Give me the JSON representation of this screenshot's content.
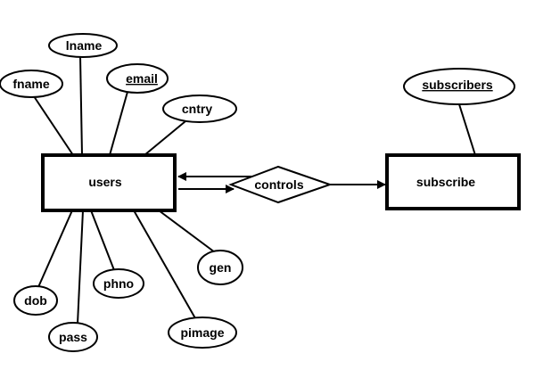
{
  "diagram": {
    "entities": [
      {
        "id": "users",
        "label": "users"
      },
      {
        "id": "subscribe",
        "label": "subscribe"
      }
    ],
    "relationship": {
      "label": "controls"
    },
    "attributes": [
      {
        "id": "lname",
        "label": "lname",
        "key": false
      },
      {
        "id": "fname",
        "label": "fname",
        "key": false
      },
      {
        "id": "email",
        "label": "email",
        "key": true
      },
      {
        "id": "cntry",
        "label": "cntry",
        "key": false
      },
      {
        "id": "subscribers",
        "label": "subscribers",
        "key": true
      },
      {
        "id": "gen",
        "label": "gen",
        "key": false
      },
      {
        "id": "phno",
        "label": "phno",
        "key": false
      },
      {
        "id": "dob",
        "label": "dob",
        "key": false
      },
      {
        "id": "pass",
        "label": "pass",
        "key": false
      },
      {
        "id": "pimage",
        "label": "pimage",
        "key": false
      }
    ]
  }
}
